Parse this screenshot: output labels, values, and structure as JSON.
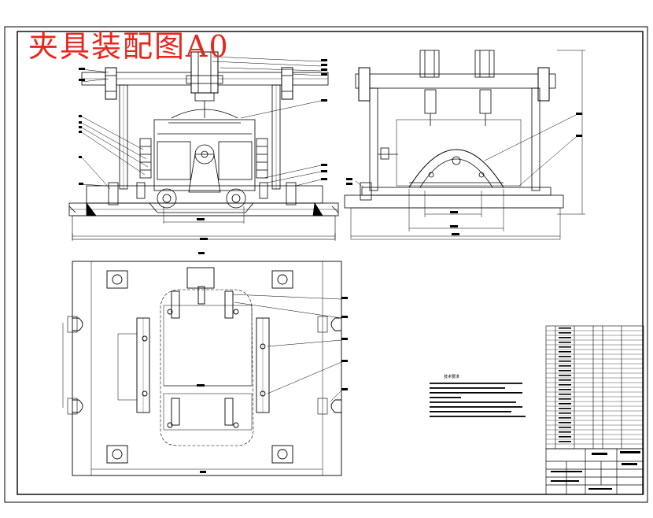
{
  "drawing": {
    "title": "夹具装配图A0"
  },
  "colors": {
    "title": "#e8261c",
    "line": "#000000",
    "paper": "#ffffff"
  },
  "views": [
    "front-view",
    "side-view",
    "top-view"
  ],
  "notes": {
    "heading": "技术要求"
  }
}
